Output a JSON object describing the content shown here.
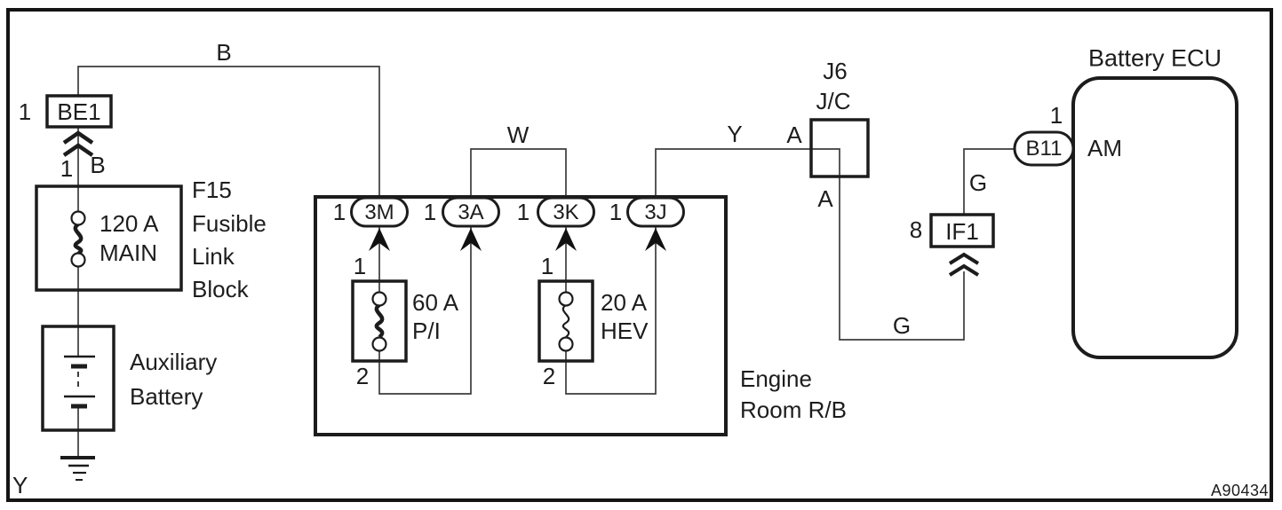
{
  "diagram": {
    "figure_code": "A90434",
    "corner_label": "Y"
  },
  "wires": {
    "b_main": "B",
    "b_lower": "B",
    "w": "W",
    "y": "Y",
    "g_upper": "G",
    "g_lower": "G"
  },
  "be1": {
    "pin_side": "1",
    "name": "BE1",
    "pin_below": "1"
  },
  "f15": {
    "code": "F15",
    "desc": [
      "Fusible",
      "Link",
      "Block"
    ],
    "rating": "120 A",
    "fuse_name": "MAIN"
  },
  "aux_battery": {
    "line1": "Auxiliary",
    "line2": "Battery"
  },
  "engine_room_rb": {
    "label": [
      "Engine",
      "Room R/B"
    ],
    "connectors": [
      {
        "pin": "1",
        "name": "3M"
      },
      {
        "pin": "1",
        "name": "3A"
      },
      {
        "pin": "1",
        "name": "3K"
      },
      {
        "pin": "1",
        "name": "3J"
      }
    ],
    "fuse_pi": {
      "pin_top": "1",
      "pin_bottom": "2",
      "rating": "60 A",
      "name": "P/I"
    },
    "fuse_hev": {
      "pin_top": "1",
      "pin_bottom": "2",
      "rating": "20 A",
      "name": "HEV"
    }
  },
  "j6": {
    "code": "J6",
    "type": "J/C",
    "pin_in": "A",
    "pin_out": "A"
  },
  "if1": {
    "pin": "8",
    "name": "IF1"
  },
  "battery_ecu": {
    "title": "Battery ECU",
    "connector_pin": "1",
    "connector": "B11",
    "terminal": "AM"
  },
  "colors": {
    "line": "#1c1c1c",
    "wire": "#3c3c3c",
    "background": "#ffffff"
  }
}
